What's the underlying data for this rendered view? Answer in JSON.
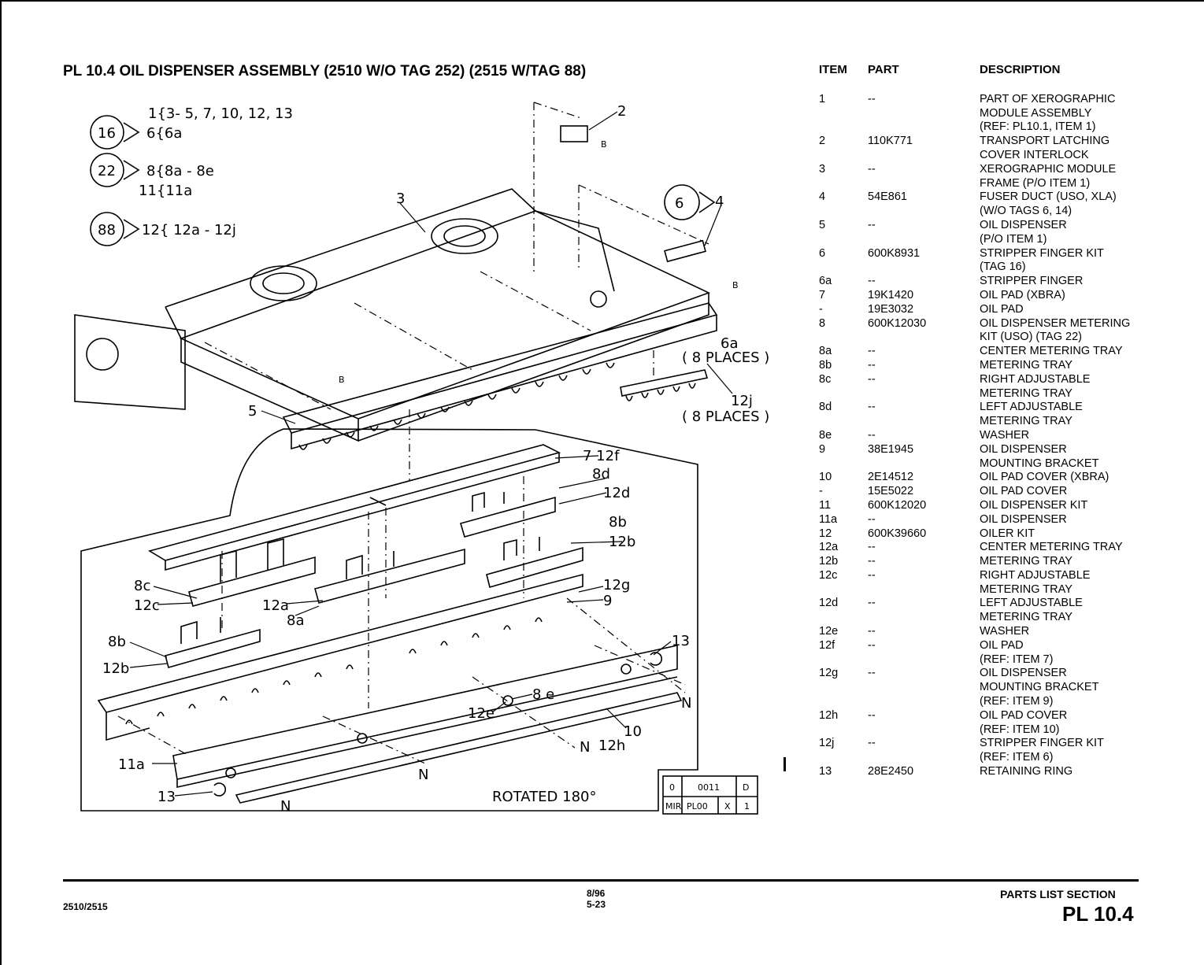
{
  "title": "PL 10.4 OIL DISPENSER ASSEMBLY (2510 W/O TAG 252) (2515 W/TAG 88)",
  "tags": [
    {
      "num": "16",
      "line1": "1{3- 5, 7, 10, 12, 13",
      "line2": "6{6a"
    },
    {
      "num": "22",
      "line1": "8{8a - 8e",
      "line2": "11{11a"
    },
    {
      "num": "88",
      "line1": "12{ 12a - 12j",
      "line2": ""
    }
  ],
  "tag_circle_6": "6",
  "callouts": {
    "c2": "2",
    "c3": "3",
    "c4": "4",
    "c5": "5",
    "b1": "B",
    "b2": "B",
    "b3": "B",
    "c6a": "6a",
    "c6a_places": "( 8 PLACES )",
    "c12j": "12j",
    "c12j_places": "( 8 PLACES )",
    "c7_12f": "7 12f",
    "c8d": "8d",
    "c12d": "12d",
    "c8b_r": "8b",
    "c12b_r": "12b",
    "c8c": "8c",
    "c12c": "12c",
    "c12a": "12a",
    "c8a": "8a",
    "c12g": "12g",
    "c9": "9",
    "c8b_l": "8b",
    "c12b_l": "12b",
    "c13_r": "13",
    "c8e": "8 e",
    "c12e": "12e",
    "cN1": "N",
    "cN2": "N",
    "cN3": "N",
    "cN4": "N",
    "c10": "10",
    "c12h": "12h",
    "c11a": "11a",
    "c13_l": "13",
    "rotated": "ROTATED 180°"
  },
  "stamp": {
    "r1": [
      "0",
      "0011",
      "D"
    ],
    "r2": [
      "MIR",
      "PL00",
      "X",
      "1"
    ]
  },
  "table": {
    "headers": {
      "item": "ITEM",
      "part": "PART",
      "desc": "DESCRIPTION"
    },
    "rows": [
      {
        "item": "1",
        "part": "--",
        "desc": [
          "PART OF XEROGRAPHIC",
          "MODULE ASSEMBLY",
          "(REF: PL10.1, ITEM 1)"
        ]
      },
      {
        "item": "2",
        "part": "110K771",
        "desc": [
          "TRANSPORT LATCHING",
          "COVER INTERLOCK"
        ]
      },
      {
        "item": "3",
        "part": "--",
        "desc": [
          "XEROGRAPHIC MODULE",
          "FRAME (P/O ITEM 1)"
        ]
      },
      {
        "item": "4",
        "part": "54E861",
        "desc": [
          "FUSER DUCT (USO, XLA)",
          "(W/O TAGS 6, 14)"
        ]
      },
      {
        "item": "5",
        "part": "--",
        "desc": [
          "OIL DISPENSER",
          "(P/O ITEM 1)"
        ]
      },
      {
        "item": "6",
        "part": "600K8931",
        "desc": [
          "STRIPPER FINGER KIT",
          "(TAG 16)"
        ]
      },
      {
        "item": "6a",
        "part": "--",
        "desc": [
          "STRIPPER FINGER"
        ]
      },
      {
        "item": "7",
        "part": "19K1420",
        "desc": [
          "OIL PAD (XBRA)"
        ]
      },
      {
        "item": "-",
        "part": "19E3032",
        "desc": [
          "OIL PAD"
        ]
      },
      {
        "item": "8",
        "part": "600K12030",
        "desc": [
          "OIL DISPENSER METERING",
          "KIT (USO) (TAG 22)"
        ]
      },
      {
        "item": "8a",
        "part": "--",
        "desc": [
          "CENTER METERING TRAY"
        ]
      },
      {
        "item": "8b",
        "part": "--",
        "desc": [
          "METERING TRAY"
        ]
      },
      {
        "item": "8c",
        "part": "--",
        "desc": [
          "RIGHT ADJUSTABLE",
          "METERING TRAY"
        ]
      },
      {
        "item": "8d",
        "part": "--",
        "desc": [
          "LEFT ADJUSTABLE",
          "METERING TRAY"
        ]
      },
      {
        "item": "8e",
        "part": "--",
        "desc": [
          "WASHER"
        ]
      },
      {
        "item": "9",
        "part": "38E1945",
        "desc": [
          "OIL DISPENSER",
          "MOUNTING BRACKET"
        ]
      },
      {
        "item": "10",
        "part": "2E14512",
        "desc": [
          "OIL PAD COVER (XBRA)"
        ]
      },
      {
        "item": "-",
        "part": "15E5022",
        "desc": [
          "OIL PAD COVER"
        ]
      },
      {
        "item": "11",
        "part": "600K12020",
        "desc": [
          "OIL DISPENSER KIT"
        ]
      },
      {
        "item": "11a",
        "part": "--",
        "desc": [
          "OIL DISPENSER"
        ]
      },
      {
        "item": "12",
        "part": "600K39660",
        "desc": [
          "OILER KIT"
        ]
      },
      {
        "item": "12a",
        "part": "--",
        "desc": [
          "CENTER METERING TRAY"
        ]
      },
      {
        "item": "12b",
        "part": "--",
        "desc": [
          "METERING TRAY"
        ]
      },
      {
        "item": "12c",
        "part": "--",
        "desc": [
          "RIGHT ADJUSTABLE",
          "METERING TRAY"
        ]
      },
      {
        "item": "12d",
        "part": "--",
        "desc": [
          "LEFT ADJUSTABLE",
          "METERING TRAY"
        ]
      },
      {
        "item": "12e",
        "part": "--",
        "desc": [
          "WASHER"
        ]
      },
      {
        "item": "12f",
        "part": "--",
        "desc": [
          "OIL PAD",
          "(REF: ITEM 7)"
        ]
      },
      {
        "item": "12g",
        "part": "--",
        "desc": [
          "OIL DISPENSER",
          "MOUNTING BRACKET",
          "(REF: ITEM 9)"
        ]
      },
      {
        "item": "12h",
        "part": "--",
        "desc": [
          "OIL PAD COVER",
          "(REF: ITEM 10)"
        ]
      },
      {
        "item": "12j",
        "part": "--",
        "desc": [
          "STRIPPER FINGER KIT",
          "(REF: ITEM 6)"
        ]
      },
      {
        "item": "13",
        "part": "28E2450",
        "desc": [
          "RETAINING RING"
        ]
      }
    ]
  },
  "footer": {
    "model": "2510/2515",
    "date": "8/96",
    "page": "5-23",
    "section": "PARTS LIST SECTION",
    "pl": "PL 10.4"
  }
}
